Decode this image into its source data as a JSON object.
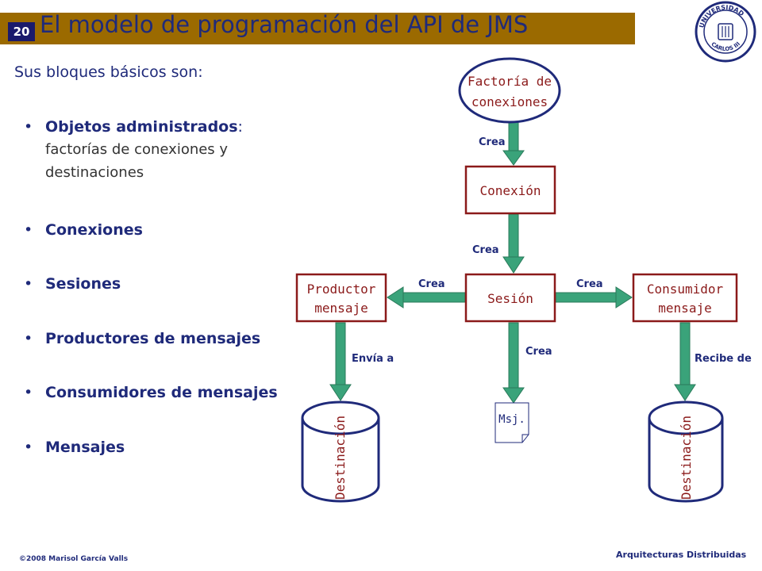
{
  "slide": {
    "page_number": "20",
    "title": "El modelo de programación del API de JMS",
    "intro": "Sus bloques básicos son:",
    "bullets": [
      {
        "strong": "Objetos administrados",
        "rest_prefix": ":",
        "rest": "factorías de conexiones y destinaciones"
      },
      {
        "strong": "Conexiones",
        "rest_prefix": "",
        "rest": ""
      },
      {
        "strong": "Sesiones",
        "rest_prefix": "",
        "rest": ""
      },
      {
        "strong": "Productores de mensajes",
        "rest_prefix": "",
        "rest": ""
      },
      {
        "strong": "Consumidores de mensajes",
        "rest_prefix": "",
        "rest": ""
      },
      {
        "strong": "Mensajes",
        "rest_prefix": "",
        "rest": ""
      }
    ],
    "bullet_symbol": "•",
    "footer_left": "©2008  Marisol García Valls",
    "footer_right": "Arquitecturas  Distribuidas"
  },
  "logo": {
    "icon": "university-seal-icon",
    "text_top": "UNIVERSIDAD",
    "text_bottom": "CARLOS III"
  },
  "diagram": {
    "nodes": {
      "factoria_line1": "Factoría de",
      "factoria_line2": "conexiones",
      "conexion": "Conexión",
      "sesion": "Sesión",
      "productor_line1": "Productor",
      "productor_line2": "mensaje",
      "consumidor_line1": "Consumidor",
      "consumidor_line2": "mensaje",
      "mensaje": "Msj.",
      "destino_left": "Destinación",
      "destino_right": "Destinación"
    },
    "edges": {
      "factoria_to_conexion": "Crea",
      "conexion_to_sesion": "Crea",
      "sesion_to_productor": "Crea",
      "sesion_to_consumidor": "Crea",
      "sesion_to_mensaje": "Crea",
      "productor_to_destino": "Envía a",
      "destino_to_consumidor": "Recibe de"
    }
  },
  "colors": {
    "title_bar": "#9b6a00",
    "page_badge": "#1a1a6c",
    "text_blue": "#1f2a7a",
    "node_border": "#8b1a1a",
    "arrow_green": "#3aa37a",
    "seal_blue": "#1f2a7a"
  }
}
